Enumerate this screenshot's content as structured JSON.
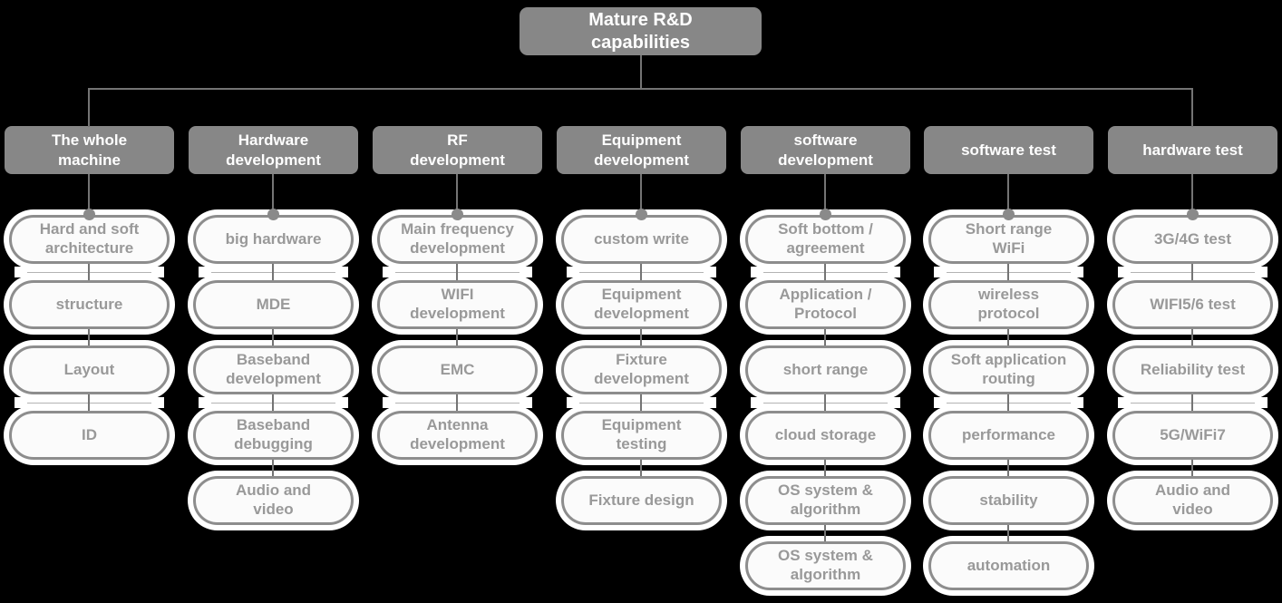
{
  "root": {
    "title": "Mature R&D\ncapabilities"
  },
  "columns": [
    {
      "header": "The whole\nmachine",
      "items": [
        "Hard and soft\narchitecture",
        "structure",
        "Layout",
        "ID"
      ]
    },
    {
      "header": "Hardware\ndevelopment",
      "items": [
        "big hardware",
        "MDE",
        "Baseband\ndevelopment",
        "Baseband\ndebugging",
        "Audio and\nvideo"
      ]
    },
    {
      "header": "RF\ndevelopment",
      "items": [
        "Main frequency\ndevelopment",
        "WIFI\ndevelopment",
        "EMC",
        "Antenna\ndevelopment"
      ]
    },
    {
      "header": "Equipment\ndevelopment",
      "items": [
        "custom write",
        "Equipment\ndevelopment",
        "Fixture\ndevelopment",
        "Equipment\ntesting",
        "Fixture design"
      ]
    },
    {
      "header": "software\ndevelopment",
      "items": [
        "Soft bottom /\nagreement",
        "Application /\nProtocol",
        "short range",
        "cloud storage",
        "OS system &\nalgorithm",
        "OS system &\nalgorithm"
      ]
    },
    {
      "header": "software test",
      "items": [
        "Short range\nWiFi",
        "wireless\nprotocol",
        "Soft application\nrouting",
        "performance",
        "stability",
        "automation"
      ]
    },
    {
      "header": "hardware test",
      "items": [
        "3G/4G test",
        "WIFI5/6 test",
        "Reliability test",
        "5G/WiFi7",
        "Audio and\nvideo"
      ]
    }
  ],
  "colors": {
    "background": "#000000",
    "node_fill": "#878787",
    "node_text": "#ffffff",
    "pill_fill": "#fbfbfb",
    "pill_border": "#8d8d8d",
    "pill_text": "#999999",
    "connector": "#747474",
    "glow": "#ffffff"
  }
}
